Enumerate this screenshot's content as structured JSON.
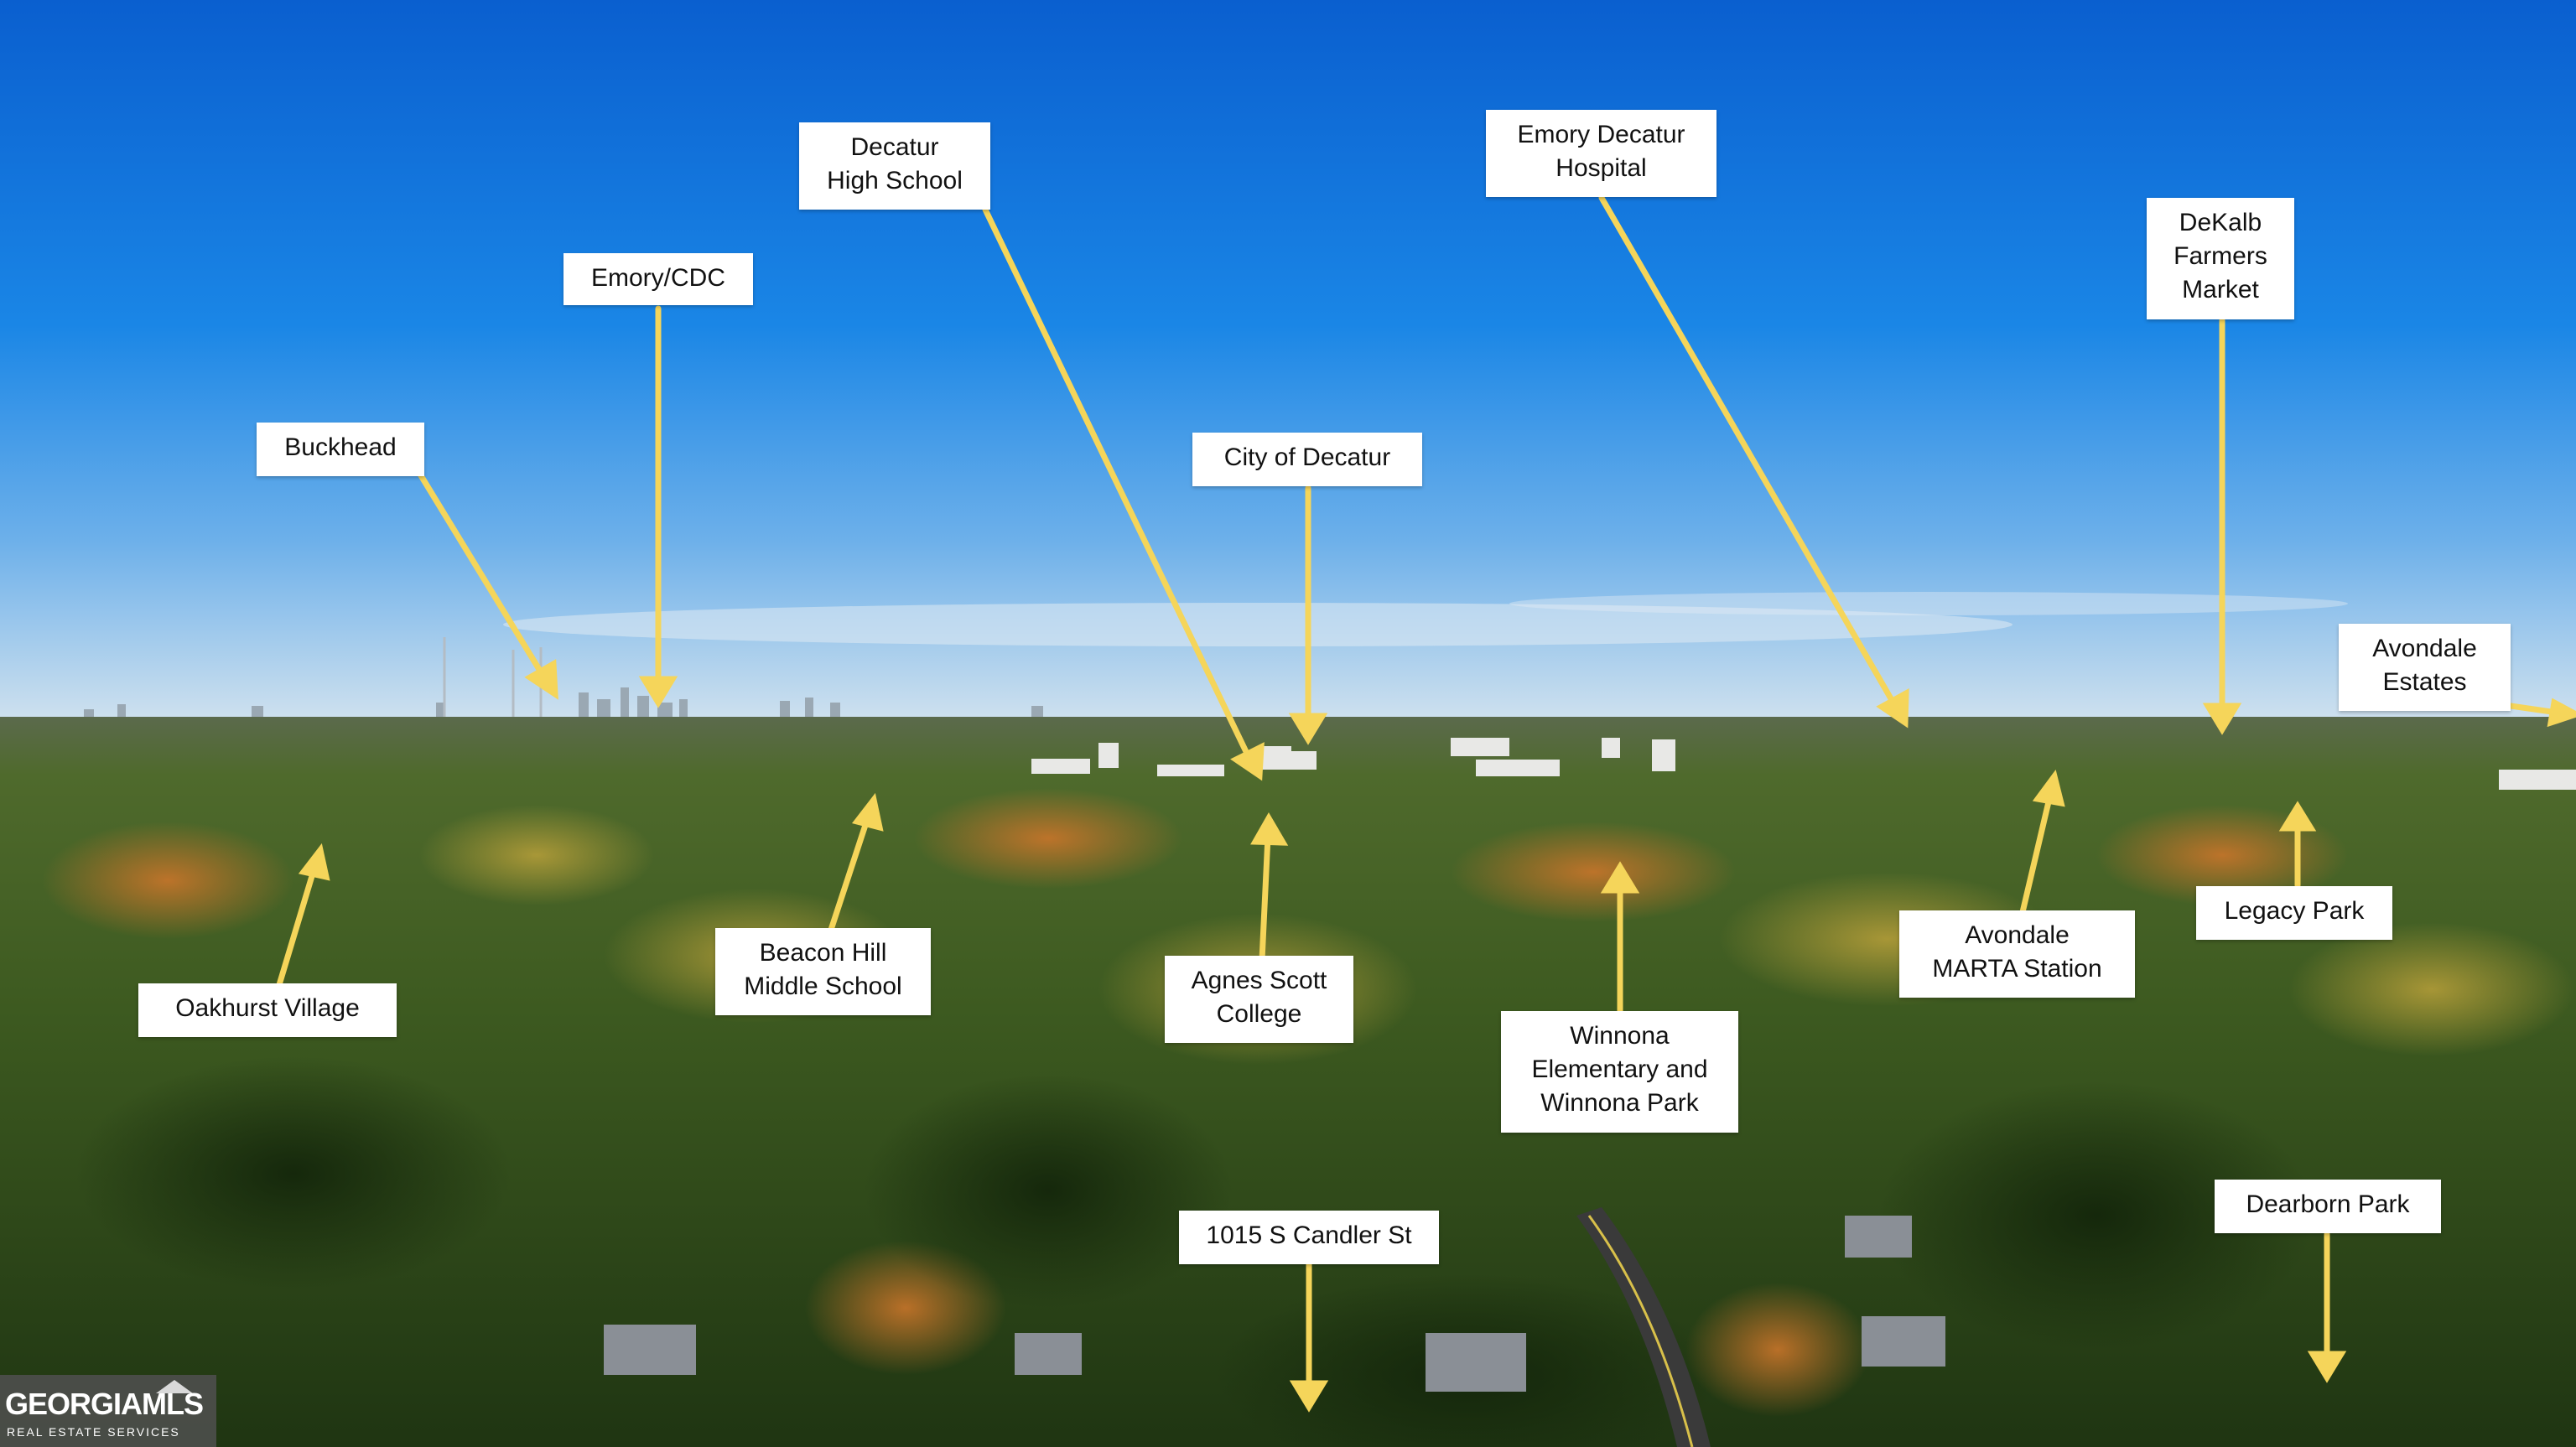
{
  "labels": {
    "buckhead": "Buckhead",
    "emory_cdc": "Emory/CDC",
    "decatur_high_school": "Decatur\nHigh School",
    "city_of_decatur": "City of Decatur",
    "emory_decatur_hospital": "Emory Decatur\nHospital",
    "dekalb_farmers_market": "DeKalb\nFarmers\nMarket",
    "avondale_estates": "Avondale\nEstates",
    "oakhurst_village": "Oakhurst Village",
    "beacon_hill_middle_school": "Beacon Hill\nMiddle School",
    "agnes_scott_college": "Agnes Scott\nCollege",
    "winnona": "Winnona\nElementary and\nWinnona Park",
    "avondale_marta": "Avondale\nMARTA Station",
    "legacy_park": "Legacy Park",
    "candler_st": "1015 S Candler St",
    "dearborn_park": "Dearborn Park"
  },
  "logo": {
    "main": "GEORGIAMLS",
    "sub": "REAL ESTATE SERVICES"
  },
  "colors": {
    "arrow": "#f5d55a",
    "sky_top": "#0b6fd6",
    "sky_horizon": "#cfe1ee",
    "forest": "#2f4a1c"
  }
}
